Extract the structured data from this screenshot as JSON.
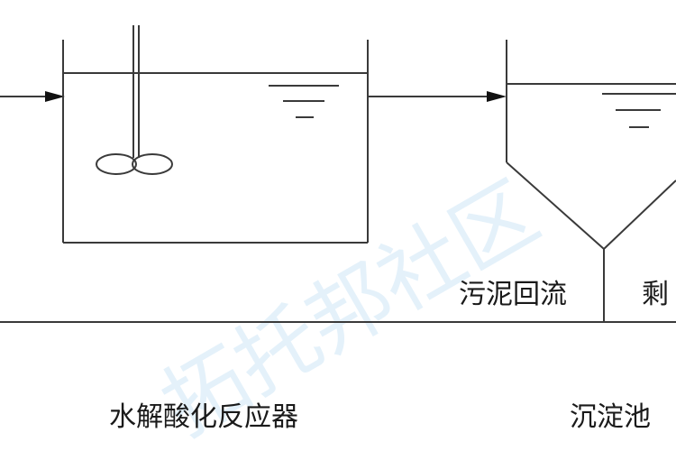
{
  "labels": {
    "reactor": "水解酸化反应器",
    "clarifier": "沉淀池",
    "sludge_return": "污泥回流",
    "excess_sludge_partial": "剩"
  },
  "watermark": "拓托邦社区",
  "colors": {
    "line": "#3a3a3a",
    "arrow": "#111111",
    "text": "#1a1a1a",
    "watermark": "#cfe6f6"
  }
}
